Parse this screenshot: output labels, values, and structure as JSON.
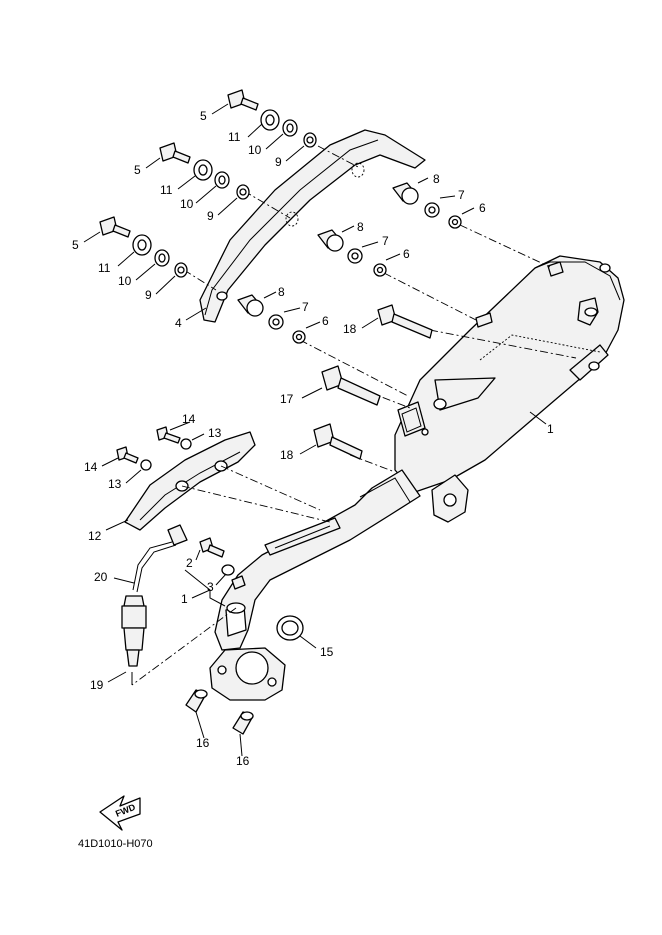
{
  "callouts": {
    "c1a": "1",
    "c1b": "1",
    "c2": "2",
    "c3": "3",
    "c4": "4",
    "c5a": "5",
    "c5b": "5",
    "c5c": "5",
    "c6a": "6",
    "c6b": "6",
    "c6c": "6",
    "c7a": "7",
    "c7b": "7",
    "c7c": "7",
    "c8a": "8",
    "c8b": "8",
    "c8c": "8",
    "c9a": "9",
    "c9b": "9",
    "c9c": "9",
    "c10a": "10",
    "c10b": "10",
    "c10c": "10",
    "c11a": "11",
    "c11b": "11",
    "c11c": "11",
    "c12": "12",
    "c13a": "13",
    "c13b": "13",
    "c14a": "14",
    "c14b": "14",
    "c15": "15",
    "c16a": "16",
    "c16b": "16",
    "c17": "17",
    "c18a": "18",
    "c18b": "18",
    "c19": "19",
    "c20": "20"
  },
  "fwd_label": "FWD",
  "diagram_code": "41D1010-H070"
}
